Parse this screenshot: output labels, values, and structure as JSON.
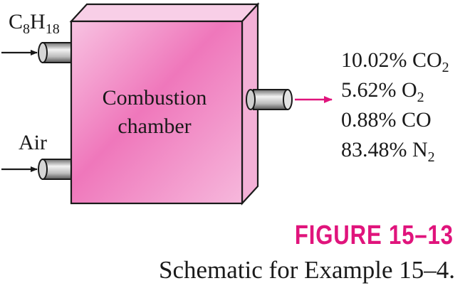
{
  "inputs": {
    "fuel": {
      "base": "C",
      "sub1": "8",
      "mid": "H",
      "sub2": "18"
    },
    "air": "Air"
  },
  "chamber": {
    "line1": "Combustion",
    "line2": "chamber"
  },
  "products": [
    {
      "value": "10.02% CO",
      "sub": "2"
    },
    {
      "value": "5.62% O",
      "sub": "2"
    },
    {
      "value": "0.88% CO",
      "sub": ""
    },
    {
      "value": "83.48% N",
      "sub": "2"
    }
  ],
  "figure": {
    "label": "FIGURE 15–13",
    "caption": "Schematic for Example 15–4."
  },
  "colors": {
    "accent": "#e0147c",
    "chamber_front": "#f07ac0",
    "chamber_top": "#f6c6e2",
    "chamber_side": "#f3b2d8"
  }
}
